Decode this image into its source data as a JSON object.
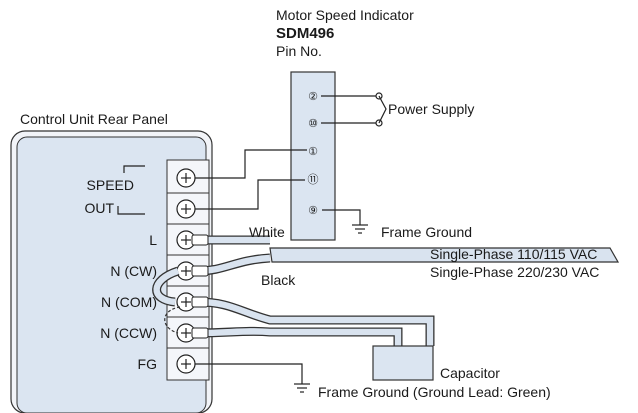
{
  "indicator": {
    "title": "Motor Speed Indicator",
    "model": "SDM496",
    "pin_heading": "Pin No.",
    "pins": [
      "②",
      "⑩",
      "①",
      "⑪",
      "⑨"
    ]
  },
  "control_unit": {
    "title": "Control Unit Rear Panel",
    "terminals": [
      "SPEED",
      "OUT",
      "L",
      "N (CW)",
      "N (COM)",
      "N (CCW)",
      "FG"
    ]
  },
  "labels": {
    "power_supply": "Power Supply",
    "frame_ground": "Frame Ground",
    "white": "White",
    "black": "Black",
    "supply_110": "Single-Phase 110/115 VAC",
    "supply_220": "Single-Phase 220/230 VAC",
    "capacitor": "Capacitor",
    "frame_ground_green": "Frame Ground (Ground Lead: Green)"
  },
  "colors": {
    "panel_fill": "#dbe5f1",
    "cable_fill": "#d9e3ef",
    "line": "#222222"
  }
}
